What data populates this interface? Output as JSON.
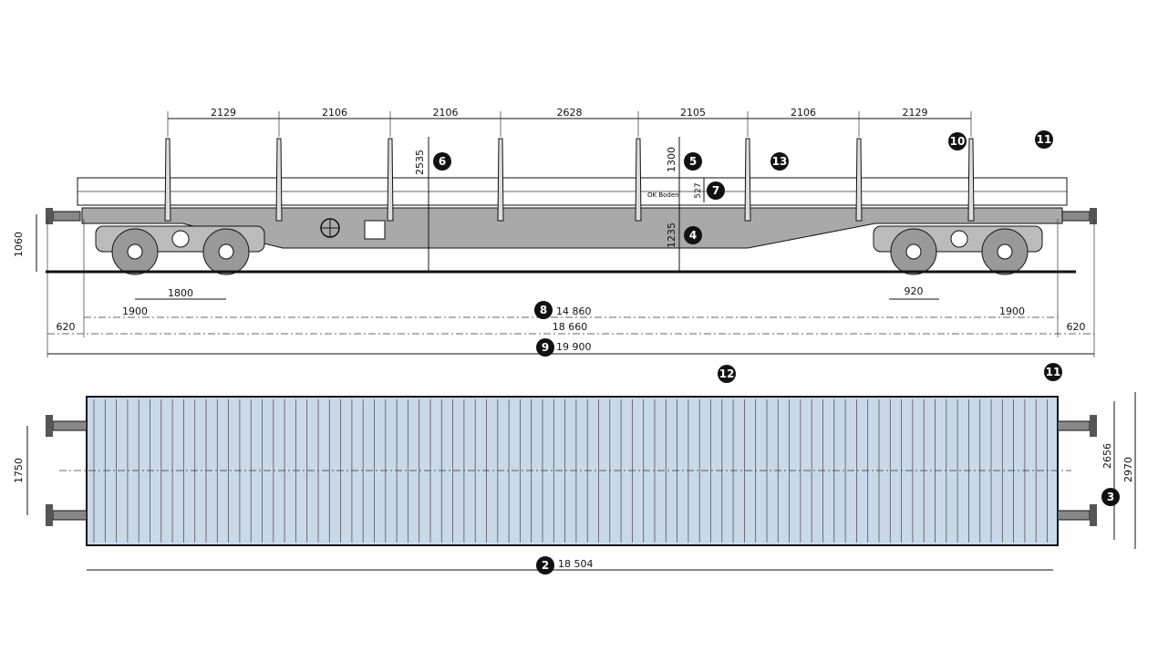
{
  "side_view": {
    "stake_spacing": [
      "2129",
      "2106",
      "2106",
      "2628",
      "2105",
      "2106",
      "2129"
    ],
    "height_floor": "2535",
    "stake_height": "1300",
    "side_height": "527",
    "floor_label": "OK Boden",
    "floor_height": "1235",
    "buffer_height": "1060",
    "bogie_wheelbase": "1800",
    "wheel_diameter": "920",
    "overhang_left": "1900",
    "overhang_right": "1900",
    "bogie_centres": "14 860",
    "underframe_length": "18 660",
    "buffer_end_left": "620",
    "buffer_end_right": "620",
    "length_over_buffers": "19 900"
  },
  "plan_view": {
    "buffer_spacing": "1750",
    "inner_width": "2656",
    "outer_width": "2970",
    "loading_length": "18 504"
  },
  "callouts": [
    "2",
    "3",
    "4",
    "5",
    "6",
    "7",
    "8",
    "9",
    "10",
    "11",
    "12",
    "13"
  ],
  "colors": {
    "underframe": "#a9a9a9",
    "deck": "#c9d9ea",
    "line": "#111111"
  }
}
